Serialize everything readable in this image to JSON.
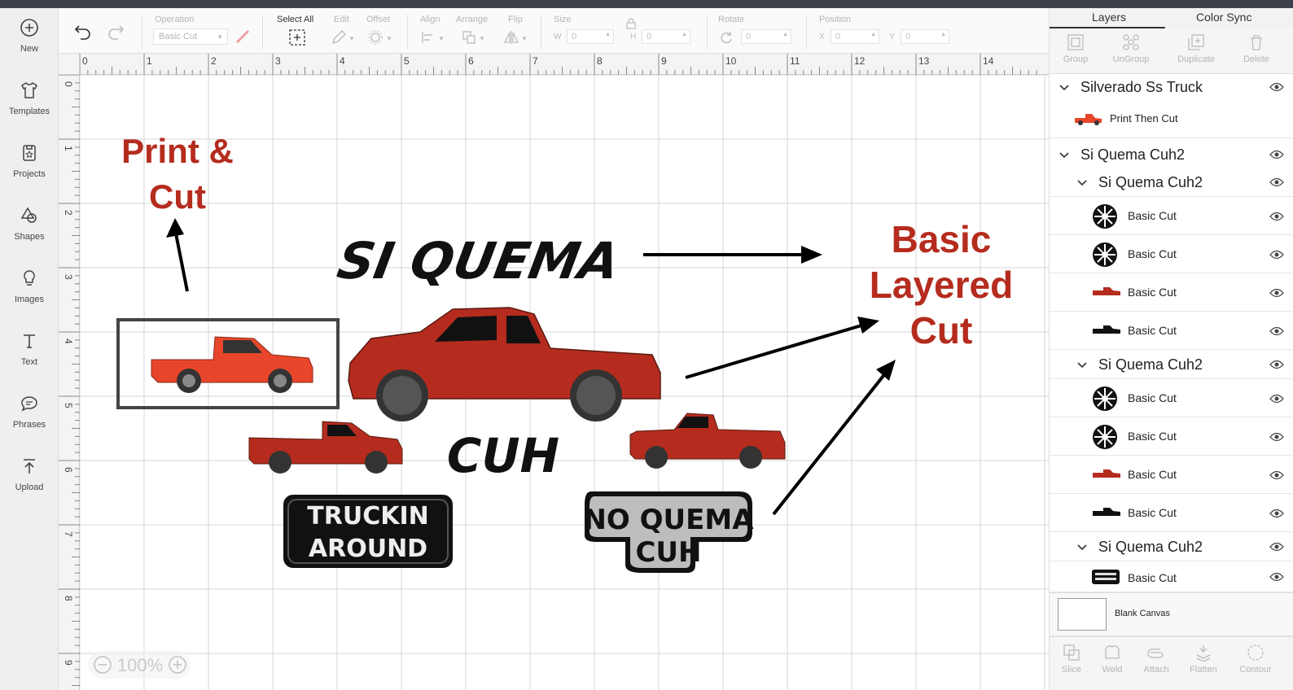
{
  "rail": {
    "new": "New",
    "templates": "Templates",
    "projects": "Projects",
    "shapes": "Shapes",
    "images": "Images",
    "text": "Text",
    "phrases": "Phrases",
    "upload": "Upload"
  },
  "toolbar": {
    "operation_label": "Operation",
    "operation_value": "Basic Cut",
    "select_all": "Select All",
    "edit": "Edit",
    "offset": "Offset",
    "align": "Align",
    "arrange": "Arrange",
    "flip": "Flip",
    "size": "Size",
    "w": "W",
    "h": "H",
    "w_value": "0",
    "h_value": "0",
    "rotate": "Rotate",
    "rotate_value": "0",
    "position": "Position",
    "x": "X",
    "y": "Y",
    "x_value": "0",
    "y_value": "0"
  },
  "ruler": {
    "h": [
      "0",
      "1",
      "2",
      "3",
      "4",
      "5",
      "6",
      "7",
      "8",
      "9",
      "10",
      "11",
      "12",
      "13",
      "14"
    ],
    "v": [
      "0",
      "1",
      "2",
      "3",
      "4",
      "5",
      "6",
      "7",
      "8",
      "9"
    ]
  },
  "canvas": {
    "print_cut_line1": "Print &",
    "print_cut_line2": "Cut",
    "basic_line1": "Basic",
    "basic_line2": "Layered",
    "basic_line3": "Cut",
    "si_quema": "SI QUEMA",
    "cuh": "CUH",
    "truckin_line1": "TRUCKIN",
    "truckin_line2": "AROUND",
    "no_quema_line1": "NO QUEMA",
    "no_quema_line2": "CUH",
    "zoom": "100%",
    "colors": {
      "red": "#b52c1e",
      "truck_red": "#c0392b",
      "grid": "#d9d9d9"
    }
  },
  "layers": {
    "tab_layers": "Layers",
    "tab_color_sync": "Color Sync",
    "actions": {
      "group": "Group",
      "ungroup": "UnGroup",
      "duplicate": "Duplicate",
      "delete": "Delete"
    },
    "silverado": "Silverado Ss Truck",
    "print_then_cut": "Print Then Cut",
    "group_title": "Si Quema Cuh2",
    "sub1": "Si Quema Cuh2",
    "sub2": "Si Quema Cuh2",
    "sub3": "Si Quema Cuh2",
    "basic_cut": "Basic Cut",
    "blank_canvas": "Blank Canvas",
    "bottom": {
      "slice": "Slice",
      "weld": "Weld",
      "attach": "Attach",
      "flatten": "Flatten",
      "contour": "Contour"
    }
  }
}
